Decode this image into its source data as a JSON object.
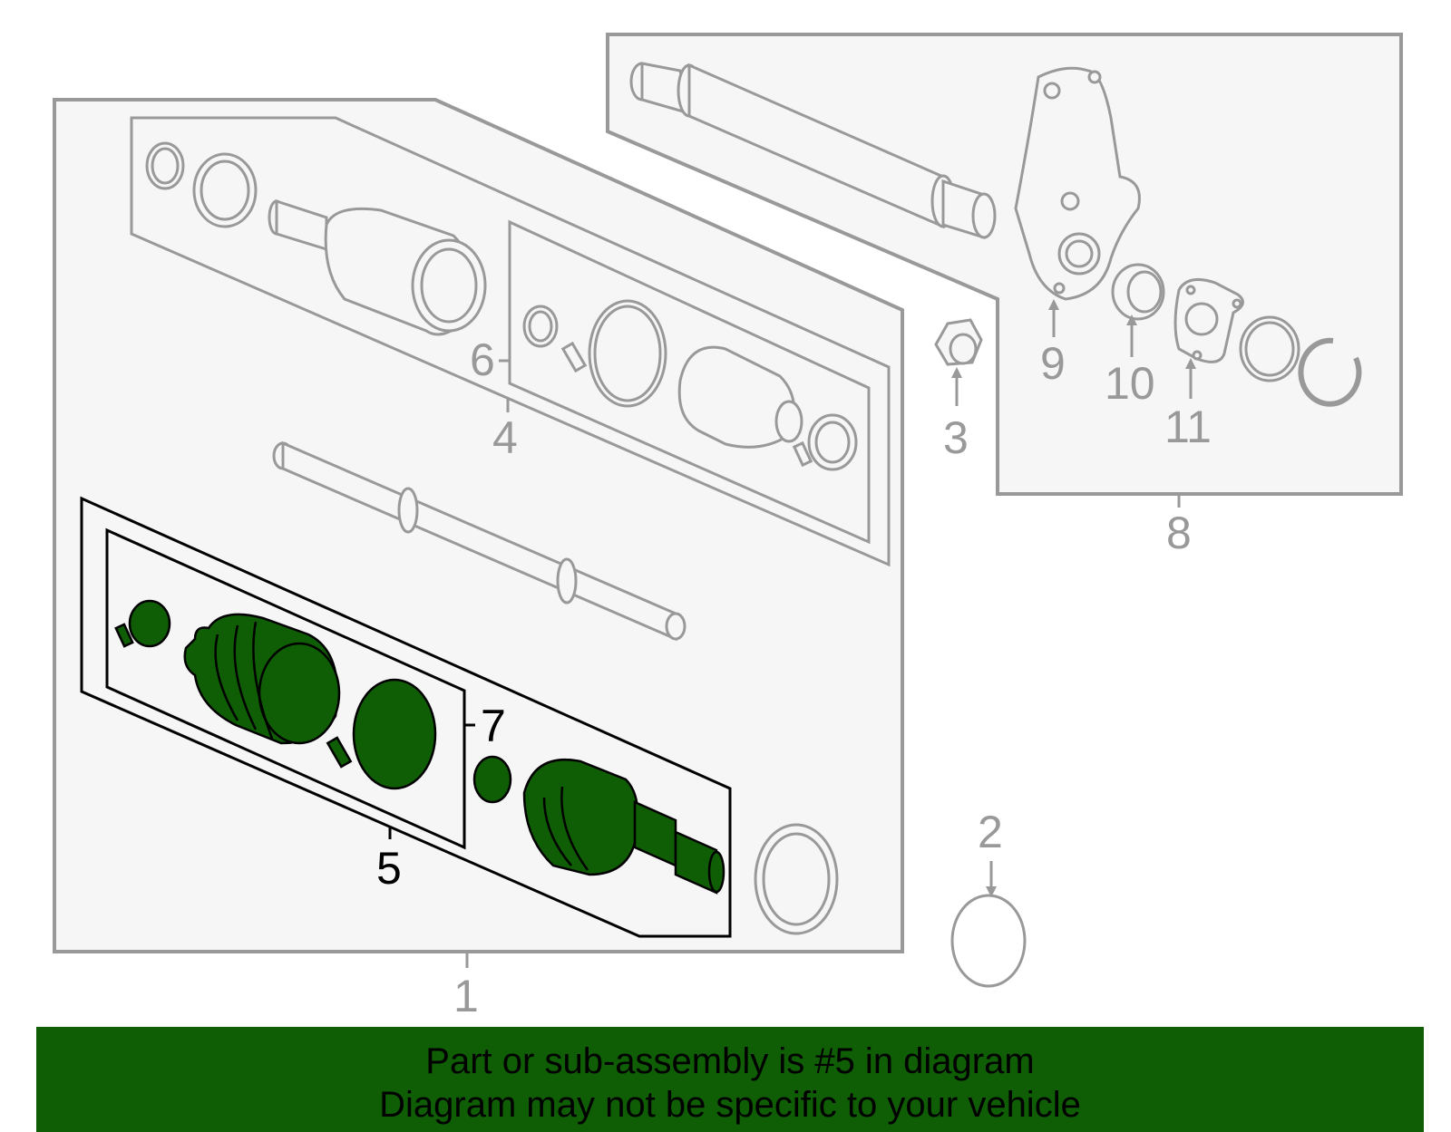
{
  "diagram": {
    "callouts": {
      "c1": "1",
      "c2": "2",
      "c3": "3",
      "c4": "4",
      "c5": "5",
      "c6": "6",
      "c7": "7",
      "c8": "8",
      "c9": "9",
      "c10": "10",
      "c11": "11"
    },
    "highlighted_part": "5",
    "colors": {
      "highlight_fill": "#0f5d05",
      "outline_grey": "#999999",
      "panel_fill": "#f6f6f6",
      "banner_bg": "#0f5d05"
    }
  },
  "banner": {
    "line1": "Part or sub-assembly is #5 in diagram",
    "line2": "Diagram may not be specific to your vehicle"
  }
}
